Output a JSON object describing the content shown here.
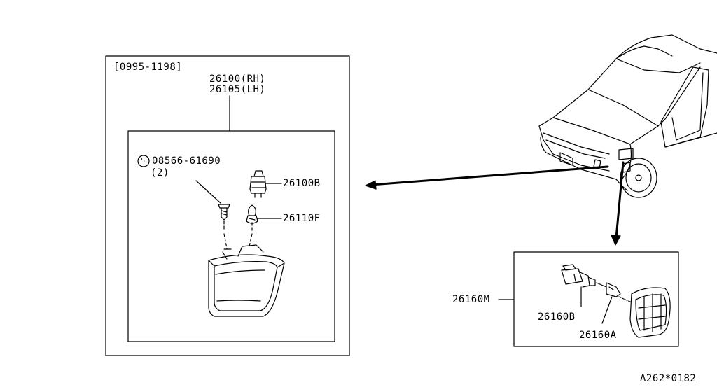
{
  "diagram": {
    "date_range": "[0995-1198]",
    "part_rh": "26100(RH)",
    "part_lh": "26105(LH)",
    "screw_number": "08566-61690",
    "screw_qty": "(2)",
    "screw_symbol": "S",
    "socket_left": "26100B",
    "bulb_left": "26110F",
    "side_assy": "26160M",
    "socket_right": "26160B",
    "bulb_right": "26160A",
    "drawing_code": "A262*0182"
  },
  "colors": {
    "line": "#000000",
    "background": "#ffffff"
  }
}
